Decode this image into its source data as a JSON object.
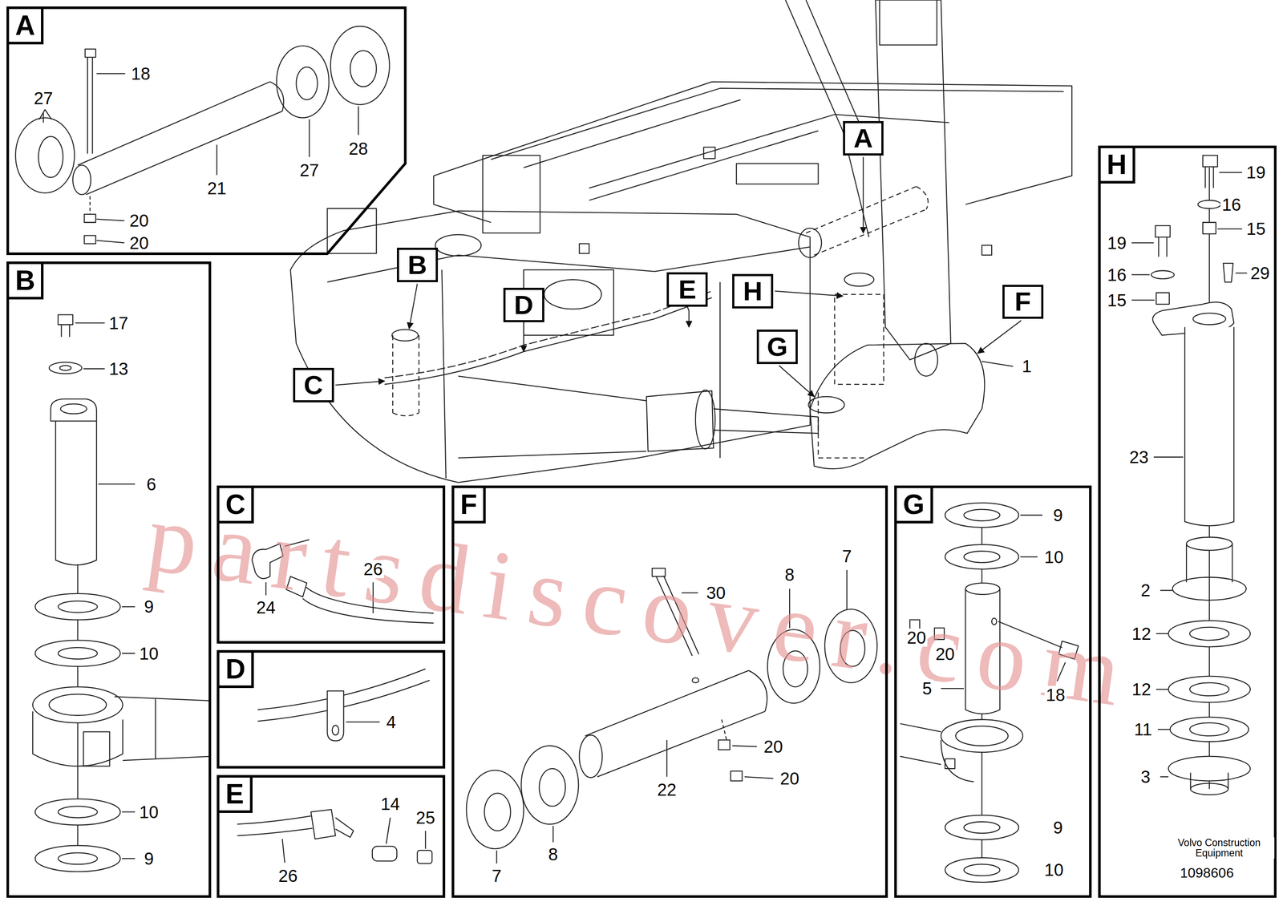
{
  "diagram": {
    "nodes": [
      {
        "text": [
          "A"
        ]
      },
      {
        "text": [
          "B"
        ]
      },
      {
        "text": [
          "C"
        ]
      },
      {
        "text": [
          "D"
        ]
      },
      {
        "text": [
          "E"
        ]
      },
      {
        "text": [
          "F"
        ]
      },
      {
        "text": [
          "G"
        ]
      },
      {
        "text": [
          "H"
        ]
      },
      {
        "text": [
          "A"
        ]
      },
      {
        "text": [
          "B"
        ]
      },
      {
        "text": [
          "C"
        ]
      },
      {
        "text": [
          "D"
        ]
      },
      {
        "text": [
          "E"
        ]
      },
      {
        "text": [
          "H"
        ]
      },
      {
        "text": [
          "F"
        ]
      },
      {
        "text": [
          "G"
        ]
      }
    ],
    "labels": [
      "18",
      "27",
      "27",
      "28",
      "21",
      "20",
      "20",
      "17",
      "13",
      "6",
      "9",
      "10",
      "10",
      "9",
      "26",
      "24",
      "4",
      "14",
      "25",
      "26",
      "30",
      "8",
      "7",
      "22",
      "20",
      "20",
      "7",
      "8",
      "9",
      "10",
      "20",
      "20",
      "18",
      "5",
      "9",
      "10",
      "19",
      "16",
      "15",
      "19",
      "16",
      "15",
      "29",
      "23",
      "2",
      "12",
      "12",
      "11",
      "3",
      "1",
      "Volvo Construction Equipment",
      "1098606",
      "partsdiscover.com"
    ]
  }
}
